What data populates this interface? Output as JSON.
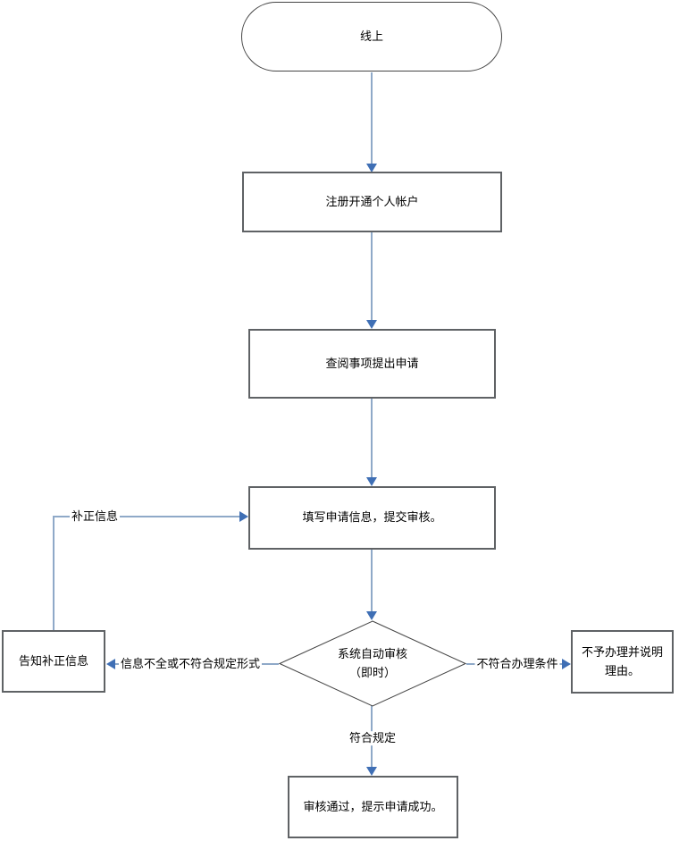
{
  "diagram": {
    "type": "flowchart",
    "nodes": {
      "start": {
        "label": "线上"
      },
      "register": {
        "label": "注册开通个人帐户"
      },
      "review": {
        "label": "查阅事项提出申请"
      },
      "fill": {
        "label": "填写申请信息，提交审核。"
      },
      "decision": {
        "label_line1": "系统自动审核",
        "label_line2": "（即时）"
      },
      "correction": {
        "label": "告知补正信息"
      },
      "reject": {
        "label": "不予办理并说明理由。"
      },
      "success": {
        "label": "审核通过，提示申请成功。"
      }
    },
    "edge_labels": {
      "incomplete": "信息不全或不符合规定形式",
      "not_eligible": "不符合办理条件",
      "compliant": "符合规定",
      "resubmit": "补正信息"
    },
    "colors": {
      "connector_line": "#8fa9c8",
      "arrowhead": "#3f6fb5",
      "rect_border": "#5f6265",
      "thin_border": "#454545",
      "text": "#000000",
      "background": "#ffffff"
    }
  }
}
